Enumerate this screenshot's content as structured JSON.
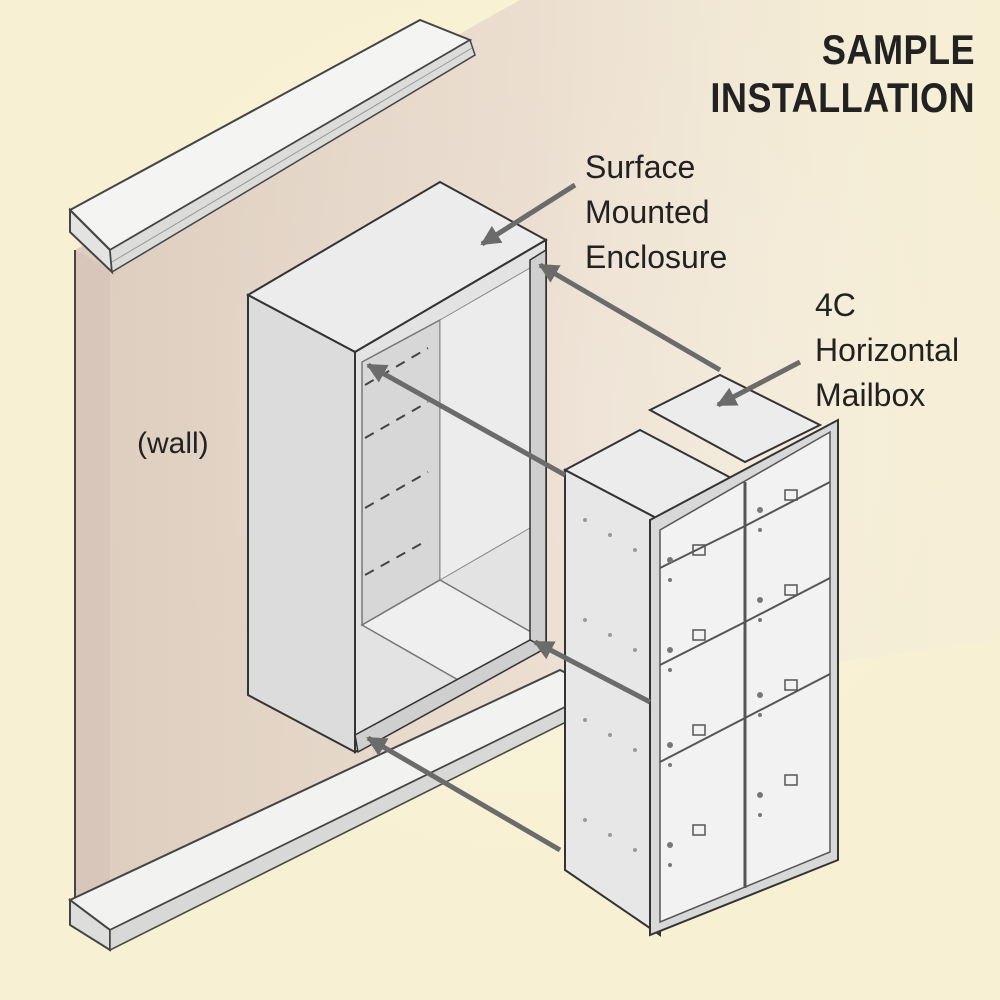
{
  "title": "SAMPLE INSTALLATION",
  "labels": {
    "enclosure": [
      "Surface",
      "Mounted",
      "Enclosure"
    ],
    "mailbox": [
      "4C",
      "Horizontal",
      "Mailbox"
    ],
    "wall": "(wall)"
  },
  "colors": {
    "background": "#f7f0d2",
    "wall": "#e7d8cc",
    "metal": "#e6e6e6",
    "arrow": "#6b6b6b",
    "outline": "#333333"
  },
  "mailbox": {
    "columns": 2,
    "rows": 4
  }
}
